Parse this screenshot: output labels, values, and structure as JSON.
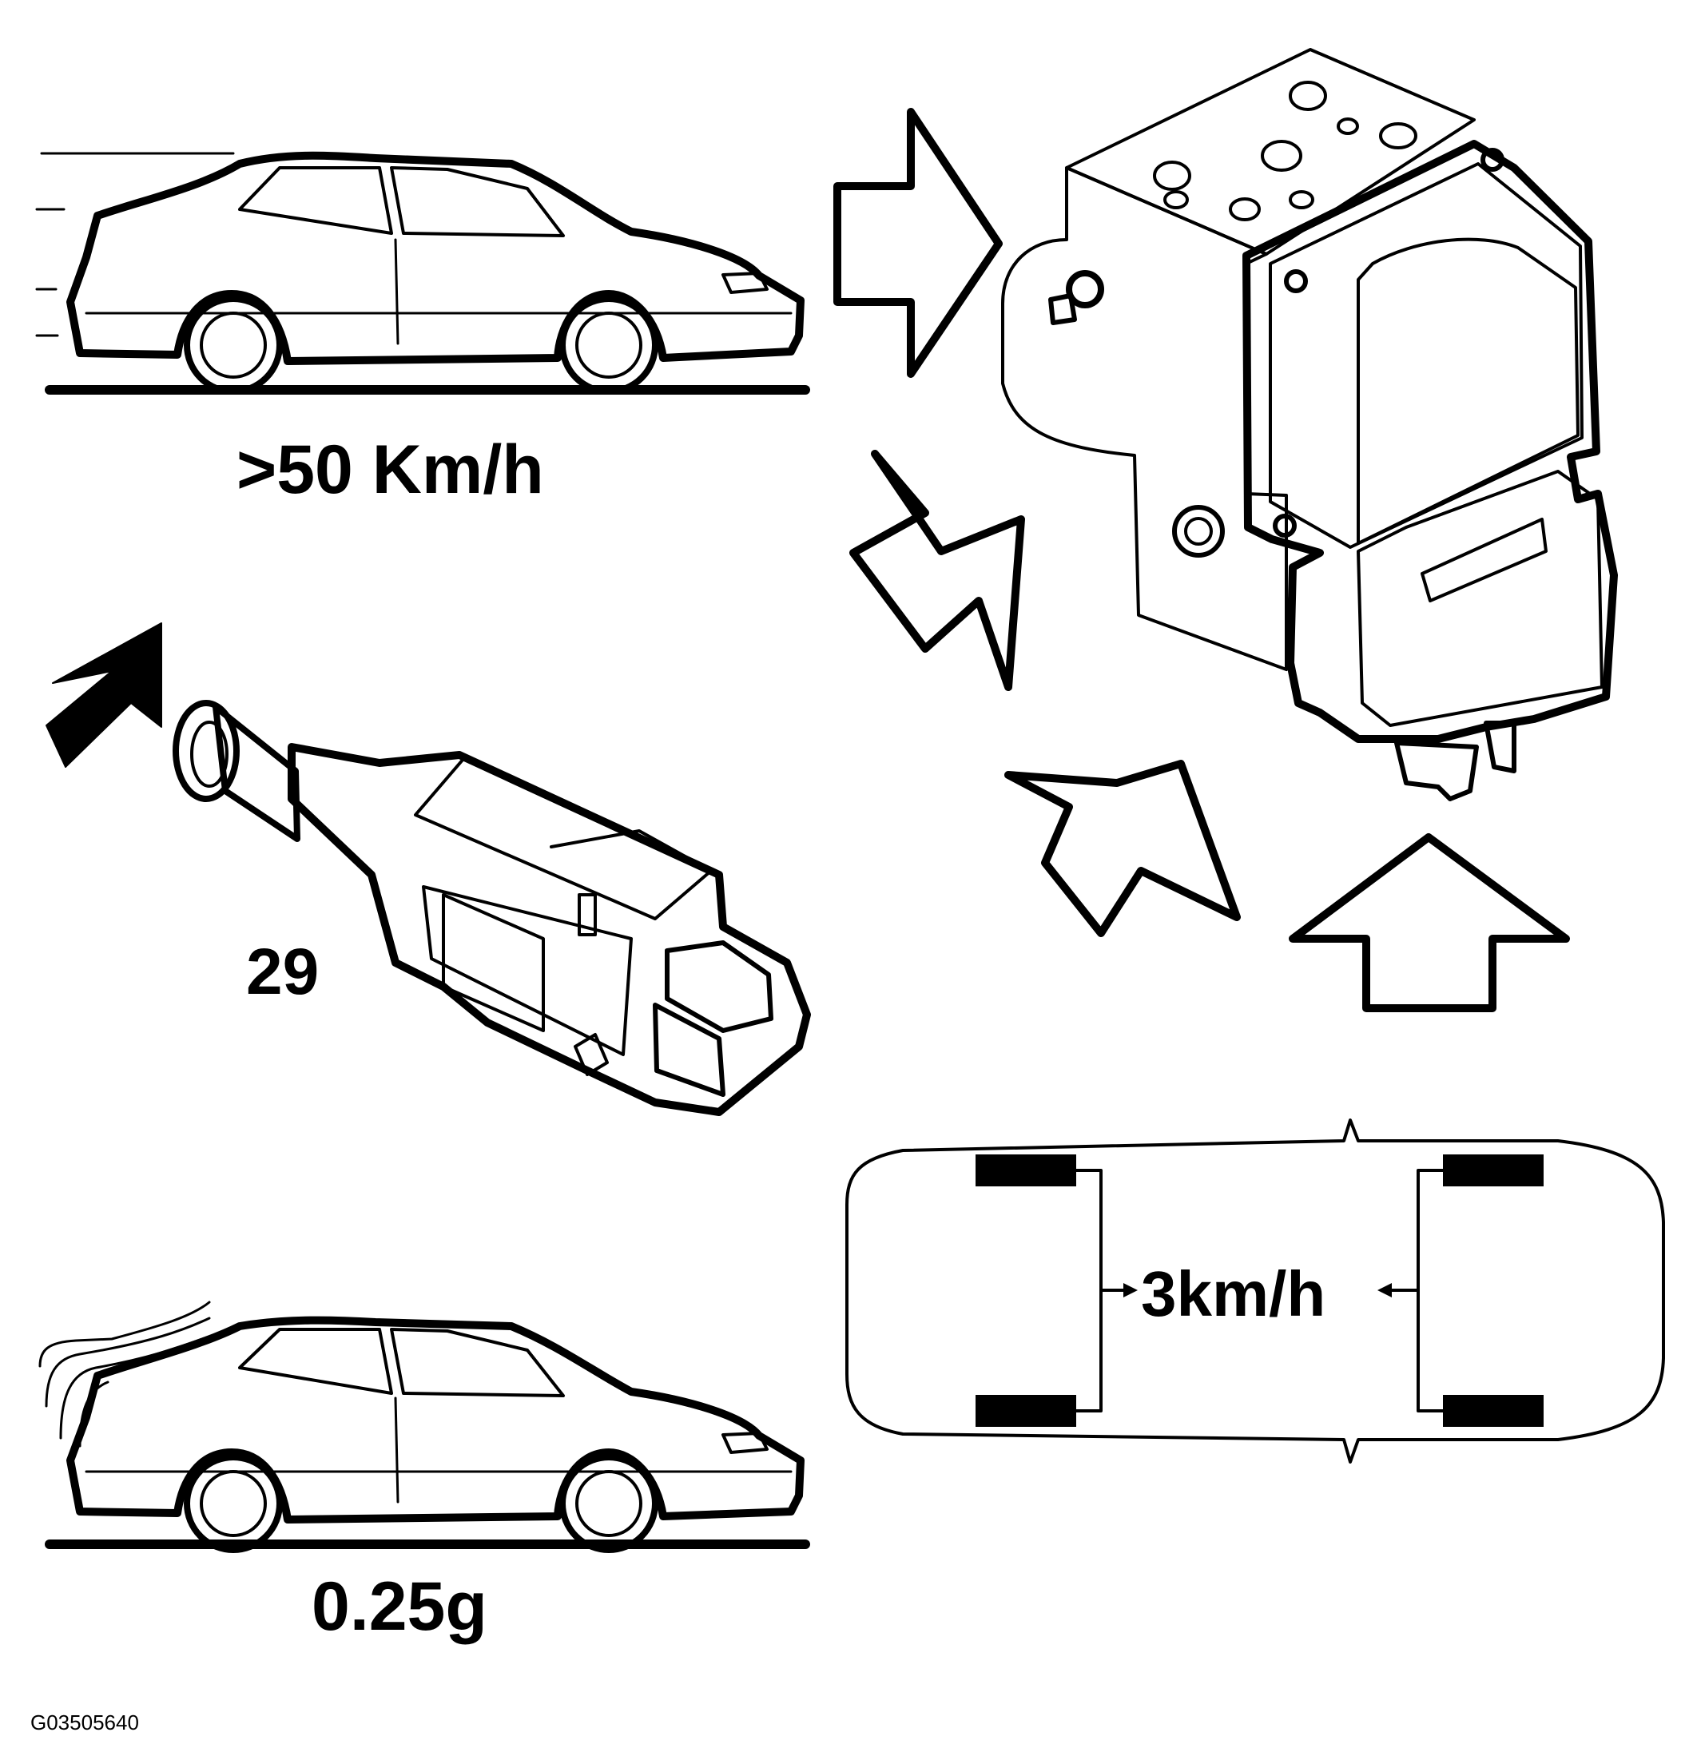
{
  "labels": {
    "speed": ">50 Km/h",
    "switch_number": "29",
    "deceleration": "0.25g",
    "wheel_speed_difference": "3km/h",
    "figure_code": "G03505640"
  },
  "colors": {
    "ink": "#000000",
    "paper": "#ffffff"
  }
}
